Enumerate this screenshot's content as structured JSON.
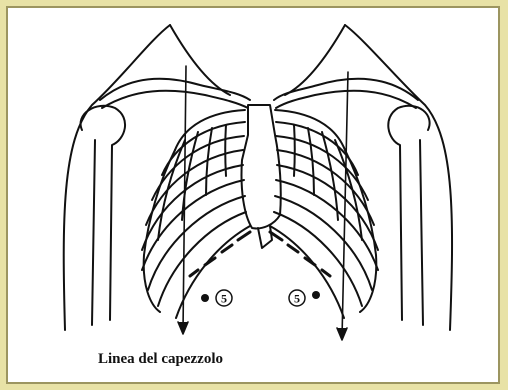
{
  "figure": {
    "caption": "Linea del capezzolo",
    "markers": [
      {
        "label": "5",
        "side": "right-of-patient"
      },
      {
        "label": "5",
        "side": "left-of-patient"
      }
    ],
    "colors": {
      "background": "#e8e2a6",
      "panel": "#ffffff",
      "ink": "#111111"
    }
  }
}
